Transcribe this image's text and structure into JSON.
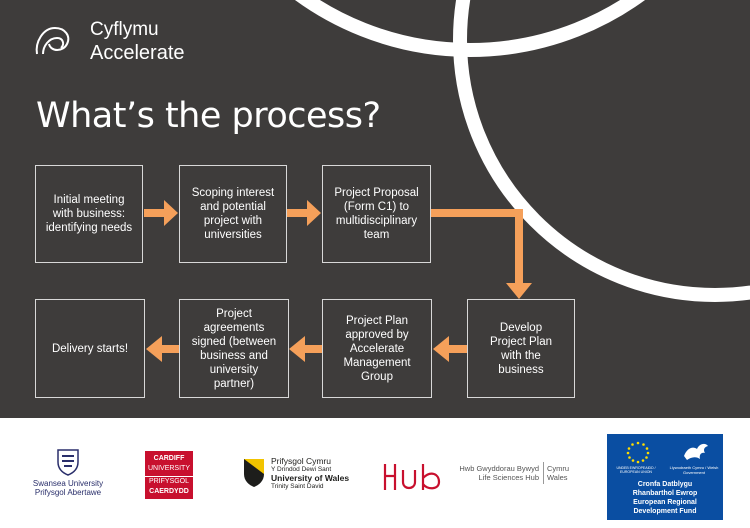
{
  "brand": {
    "line1": "Cyflymu",
    "line2": "Accelerate"
  },
  "page_title": "What’s the process?",
  "steps": [
    "Initial meeting\nwith business:\nidentifying needs",
    "Scoping interest\nand potential\nproject with\nuniversities",
    "Project Proposal\n(Form C1) to\nmultidisciplinary\nteam",
    "Develop\nProject Plan\nwith the\nbusiness",
    "Project Plan\napproved by\nAccelerate\nManagement\nGroup",
    "Project\nagreements\nsigned (between\nbusiness and\nuniversity partner)",
    "Delivery starts!"
  ],
  "colors": {
    "accent": "#f5a05a",
    "background": "#3e3c3b",
    "box_border": "#d8d8d8"
  },
  "logos": {
    "swansea": {
      "line1": "Swansea University",
      "line2": "Prifysgol Abertawe"
    },
    "cardiff": {
      "line1": "CARDIFF",
      "line2": "UNIVERSITY",
      "line3": "PRIFYSGOL",
      "line4": "CAERDYDD"
    },
    "wales": {
      "line1": "Prifysgol Cymru",
      "line2": "Y Drindod Dewi Sant",
      "line3": "University of Wales",
      "line4": "Trinity Saint David"
    },
    "hub": {
      "line1": "Hwb Gwyddorau Bywyd",
      "line2": "Life Sciences Hub",
      "line3": "Cymru",
      "line4": "Wales"
    },
    "erdf": {
      "line1": "Cronfa Datblygu",
      "line2": "Rhanbarthol Ewrop",
      "line3": "European Regional",
      "line4": "Development Fund",
      "eu_label": "UNDEB EWROPEAIDD / EUROPEAN UNION",
      "gov_label": "Llywodraeth Cymru / Welsh Government"
    }
  }
}
